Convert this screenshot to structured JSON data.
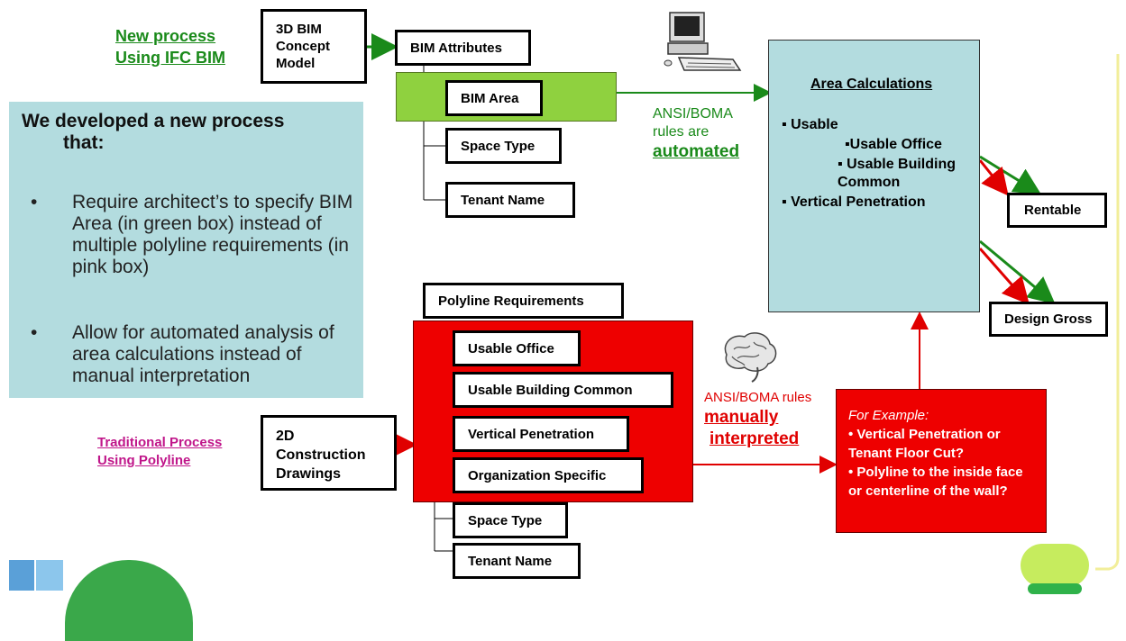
{
  "new_process": {
    "line1": "New process",
    "line2": "Using IFC BIM"
  },
  "bim_model": {
    "line1": "3D BIM",
    "line2": "Concept",
    "line3": "Model"
  },
  "bim_attributes": "BIM Attributes",
  "bim_items": [
    "BIM Area",
    "Space Type",
    "Tenant Name"
  ],
  "ansi_auto": {
    "line1": "ANSI/BOMA",
    "line2": "rules are",
    "line3": "automated"
  },
  "description": {
    "title_line1": "We developed a new process",
    "title_line2": "that:",
    "bullets": [
      {
        "marker": "•",
        "text": "Require architect’s to specify BIM Area (in green box) instead of multiple polyline requirements (in pink box)"
      },
      {
        "marker": "•",
        "text": "Allow for automated analysis of area calculations instead of manual interpretation"
      }
    ]
  },
  "area_calc": {
    "title": "Area Calculations",
    "usable": "▪ Usable",
    "usable_office": "▪Usable Office",
    "usable_building_line1": "▪ Usable Building",
    "usable_building_line2": "Common",
    "vertical": "▪ Vertical Penetration"
  },
  "rentable": "Rentable",
  "design_gross": "Design Gross",
  "polyline_requirements": "Polyline Requirements",
  "polyline_items": [
    "Usable Office",
    "Usable Building Common",
    "Vertical Penetration",
    "Organization Specific"
  ],
  "polyline_extra": [
    "Space Type",
    "Tenant Name"
  ],
  "traditional": {
    "line1": "Traditional Process",
    "line2": "Using Polyline"
  },
  "construction": {
    "line1": "2D",
    "line2": "Construction",
    "line3": "Drawings"
  },
  "ansi_manual": {
    "line1": "ANSI/BOMA rules",
    "line2": "manually",
    "line3": "interpreted"
  },
  "example": {
    "lead": "For Example:",
    "item1": "• Vertical Penetration or Tenant Floor Cut?",
    "item2": "• Polyline to the inside face or centerline of the wall?"
  },
  "colors": {
    "green": "#1a8a1a",
    "red": "#e00000",
    "lightblue": "#b3dcdf",
    "lime": "#8fd13f",
    "pink": "#c0168a"
  }
}
